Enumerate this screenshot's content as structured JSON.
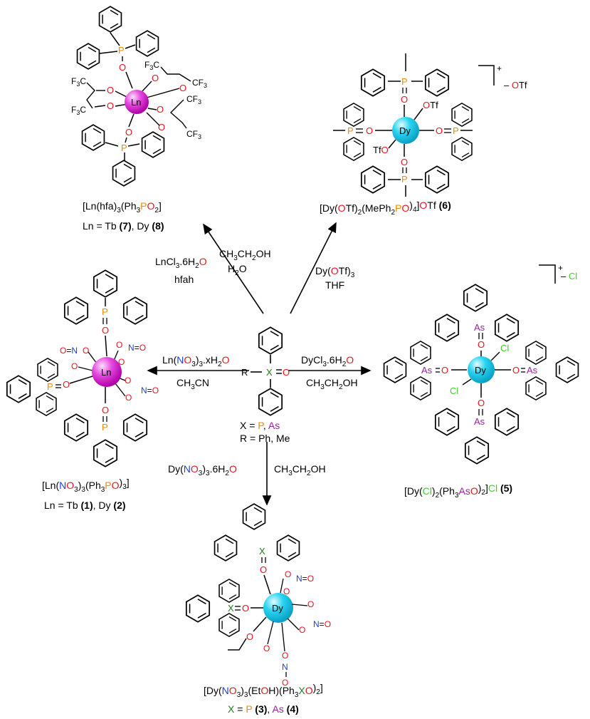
{
  "compounds": {
    "c78": {
      "formula": "[Ln(hfa)3(Ph3PO)2]",
      "ids": "Ln = Tb (7), Dy (8)",
      "center": "Ln"
    },
    "c6": {
      "formula": "[Dy(OTf)2(MePh2PO)4]OTf (6)",
      "center": "Dy",
      "counterion": "OTf",
      "charge": "+"
    },
    "c12": {
      "formula": "[Ln(NO3)3(Ph3PO)3]",
      "ids": "Ln = Tb (1), Dy (2)",
      "center": "Ln"
    },
    "c5": {
      "formula": "[Dy(Cl)2(Ph3AsO)2]Cl (5)",
      "center": "Dy",
      "counterion": "Cl",
      "charge": "+"
    },
    "c34": {
      "formula": "[Dy(NO3)3(EtOH)(Ph3XO)2]",
      "ids": "X = P (3), As (4)",
      "center": "Dy"
    }
  },
  "ligand": {
    "label": "R",
    "x_atom": "X",
    "oxygen": "O",
    "x_def": "X = P, As",
    "r_def": "R = Ph, Me"
  },
  "conditions": {
    "to78": {
      "reagent1": "LnCl3.6H2O",
      "reagent2": "hfah",
      "solvent1": "CH3CH2OH",
      "solvent2": "H2O"
    },
    "to6": {
      "reagent": "Dy(OTf)3",
      "solvent": "THF"
    },
    "to12": {
      "reagent": "Ln(NO3)3.xH2O",
      "solvent": "CH3CN"
    },
    "to5": {
      "reagent": "DyCl3.6H2O",
      "solvent": "CH3CH2OH"
    },
    "to34": {
      "reagent": "Dy(NO3)3.6H2O",
      "solvent": "CH3CH2OH"
    }
  },
  "atoms": {
    "P": "P",
    "As": "As",
    "O": "O",
    "N": "N",
    "Cl": "Cl",
    "Tf": "Tf",
    "OTf": "OTf",
    "F3C": "F3C",
    "CF3": "CF3"
  },
  "colors": {
    "ln_pink": "#e64be0",
    "dy_cyan": "#29d4f0",
    "oxygen": "#e8141e",
    "phosphorus": "#f08a00",
    "arsenic": "#9b1fa0",
    "nitrogen": "#1a3fd6",
    "chlorine": "#3ecf1e",
    "x_green": "#1f7a1f"
  }
}
